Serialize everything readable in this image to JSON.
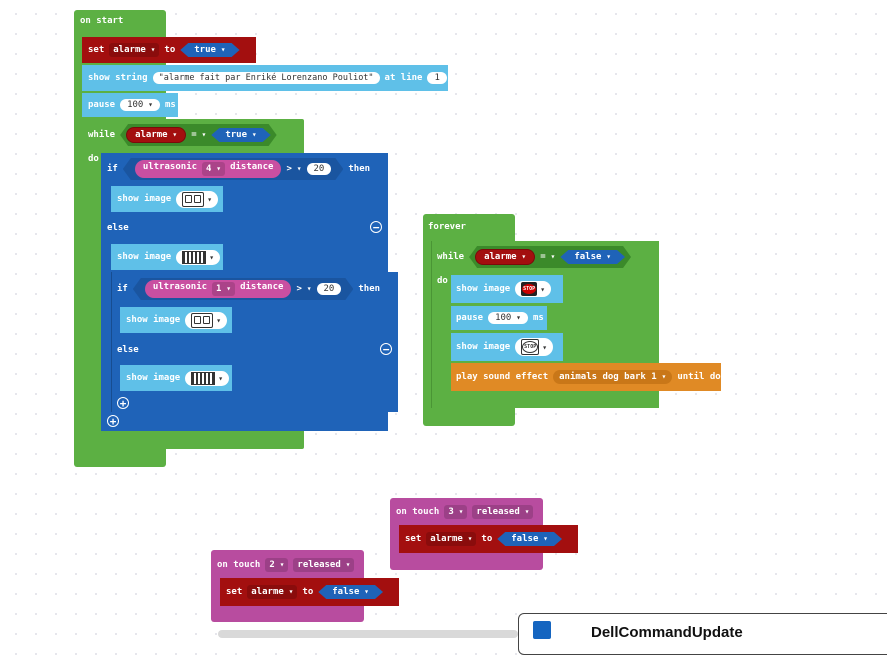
{
  "on_start": {
    "label": "on start",
    "set_label": "set",
    "var": "alarme",
    "to_label": "to",
    "val": "true",
    "show_string_label": "show string",
    "string_value": "\"alarme fait par Enriké Lorenzano Pouliot\"",
    "at_line_label": "at line",
    "line_value": "1",
    "pause_label": "pause",
    "pause_value": "100",
    "ms_label": "ms",
    "while_label": "while",
    "while_var": "alarme",
    "op": "=",
    "compare_value": "true",
    "do_label": "do",
    "if_label": "if",
    "ultra1": "ultrasonic",
    "ultra1_num": "4",
    "distance_label": "distance",
    "gt_op": ">",
    "dist_value1": "20",
    "then_label": "then",
    "show_image_label": "show image",
    "else_label": "else",
    "ultra2": "ultrasonic",
    "ultra2_num": "1",
    "dist_value2": "20"
  },
  "forever": {
    "label": "forever",
    "while_label": "while",
    "var": "alarme",
    "op": "=",
    "compare_value": "false",
    "do_label": "do",
    "show_image_label": "show image",
    "pause_label": "pause",
    "pause_value": "100",
    "ms_label": "ms",
    "play_label": "play sound effect",
    "sound": "animals dog bark 1",
    "until_label": "until done",
    "stop_text": "STOP"
  },
  "touch3": {
    "on_touch_label": "on touch",
    "pin": "3",
    "event": "released",
    "set_label": "set",
    "var": "alarme",
    "to_label": "to",
    "val": "false"
  },
  "touch2": {
    "on_touch_label": "on touch",
    "pin": "2",
    "event": "released",
    "set_label": "set",
    "var": "alarme",
    "to_label": "to",
    "val": "false"
  },
  "popup": {
    "title": "DellCommandUpdate"
  },
  "icons": {
    "collapse": "minus-circle-icon",
    "expand": "plus-circle-icon"
  },
  "colors": {
    "loops_green": "#5cb043",
    "variables_red": "#a30f0f",
    "logic_blue": "#1f63b8",
    "basic_lightblue": "#5fc0e8",
    "sensor_magenta": "#c94fa1",
    "music_orange": "#e08a25",
    "input_pink": "#b84c9f"
  }
}
